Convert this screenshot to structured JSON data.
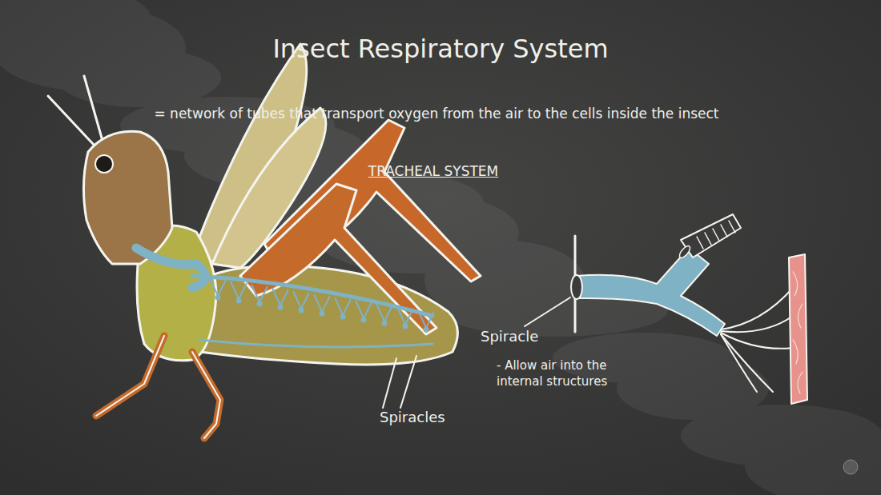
{
  "diagram": {
    "title": "Insect Respiratory System",
    "labels": [
      "= network of tubes that transport oxygen from the air to the cells inside the insect",
      "TRACHEAL SYSTEM",
      "Spiracle",
      "- Allow air into the internal structures",
      "Spiracles"
    ]
  }
}
